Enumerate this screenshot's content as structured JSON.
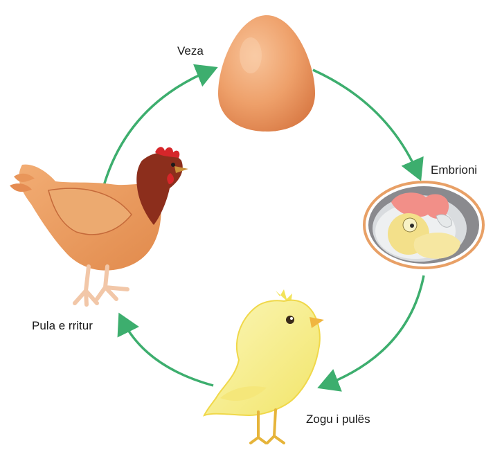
{
  "stages": {
    "egg": {
      "label": "Veza"
    },
    "embryo": {
      "label": "Embrioni"
    },
    "chick": {
      "label": "Zogu i pulës"
    },
    "hen": {
      "label": "Pula e rritur"
    }
  },
  "colors": {
    "arrow": "#3dae6e",
    "egg": "#f0a06a",
    "hen": "#e9965a",
    "hen_head": "#8c2e1c",
    "comb": "#d6262a",
    "chick": "#f7ee8a",
    "embryo_shell": "#e8a066"
  }
}
